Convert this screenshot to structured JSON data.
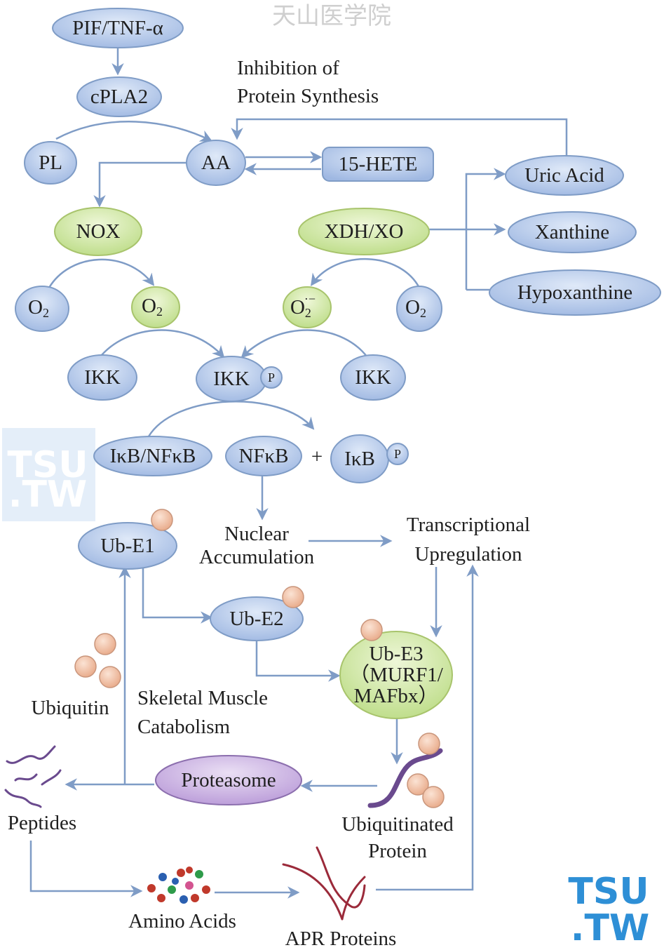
{
  "watermark": {
    "top_cn": "天山医学院",
    "tsu": "TSU",
    "tw": ".TW"
  },
  "nodes": {
    "pif": "PIF/TNF-α",
    "cpla2": "cPLA2",
    "pl": "PL",
    "aa": "AA",
    "hete": "15-HETE",
    "uric": "Uric Acid",
    "xanthine": "Xanthine",
    "hypoxanthine": "Hypoxanthine",
    "nox": "NOX",
    "xdh": "XDH/XO",
    "o2_left": "O",
    "o2_mid": "O",
    "o2_sup": "O",
    "o2_right": "O",
    "o2_sub": "2",
    "sup_sign": "·−",
    "ikk_left": "IKK",
    "ikk_mid": "IKK",
    "ikk_right": "IKK",
    "p": "P",
    "ikb_nfkb": "IκB/NFκB",
    "nfkb": "NFκB",
    "plus": "+",
    "ikb": "IκB",
    "ub_e1": "Ub-E1",
    "ub_e2": "Ub-E2",
    "ub_e3_line1": "Ub-E3",
    "ub_e3_line2": "（MURF1/",
    "ub_e3_line3": "MAFbx）",
    "proteasome": "Proteasome"
  },
  "labels": {
    "inhibition_line1": "Inhibition of",
    "inhibition_line2": "Protein Synthesis",
    "nuclear_line1": "Nuclear",
    "nuclear_line2": "Accumulation",
    "transcriptional_line1": "Transcriptional",
    "transcriptional_line2": "Upregulation",
    "ubiquitin": "Ubiquitin",
    "skeletal_line1": "Skeletal Muscle",
    "skeletal_line2": "Catabolism",
    "peptides": "Peptides",
    "ubiquitinated_line1": "Ubiquitinated",
    "ubiquitinated_line2": "Protein",
    "amino_acids": "Amino Acids",
    "apr_proteins": "APR Proteins"
  },
  "colors": {
    "blue_node": "#b5c9ea",
    "green_node": "#d3e9a6",
    "purple_node": "#c9b1e0",
    "arrow": "#7f9cc6",
    "ubiquitin": "#f2c3a8",
    "watermark_blue": "#2e8fd6",
    "watermark_cyan": "#2ec4d6"
  }
}
